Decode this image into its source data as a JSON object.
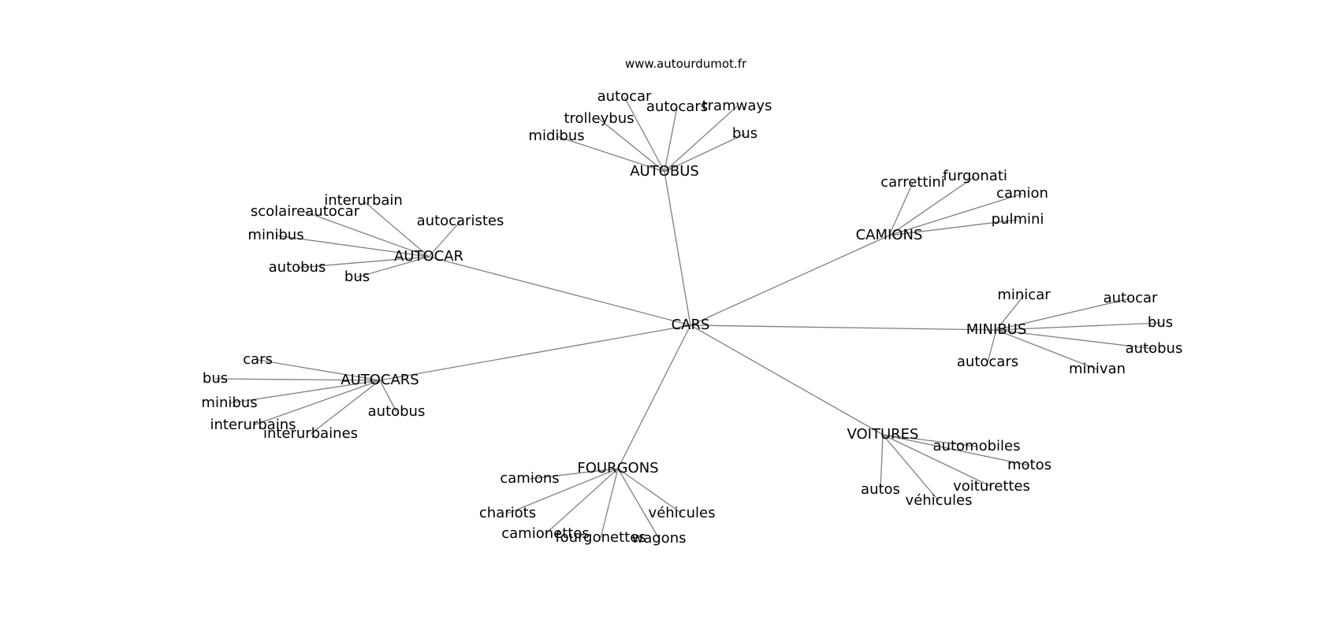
{
  "watermark": "www.autourdumot.fr",
  "graph": {
    "center": "CARS",
    "clusters": [
      {
        "hub": "AUTOBUS",
        "leaves": [
          "autocar",
          "autocars",
          "tramways",
          "trolleybus",
          "midibus",
          "bus"
        ]
      },
      {
        "hub": "CAMIONS",
        "leaves": [
          "carrettini",
          "furgonati",
          "camion",
          "pulmini"
        ]
      },
      {
        "hub": "AUTOCAR",
        "leaves": [
          "interurbain",
          "scolaireautocar",
          "autocaristes",
          "minibus",
          "autobus",
          "bus"
        ]
      },
      {
        "hub": "MINIBUS",
        "leaves": [
          "minicar",
          "autocar",
          "bus",
          "autobus",
          "minivan",
          "autocars"
        ]
      },
      {
        "hub": "AUTOCARS",
        "leaves": [
          "cars",
          "bus",
          "minibus",
          "interurbains",
          "interurbaines",
          "autobus"
        ]
      },
      {
        "hub": "VOITURES",
        "leaves": [
          "automobiles",
          "motos",
          "voiturettes",
          "véhicules",
          "autos"
        ]
      },
      {
        "hub": "FOURGONS",
        "leaves": [
          "camions",
          "chariots",
          "camionettes",
          "fourgonettes",
          "wagons",
          "véhicules"
        ]
      }
    ]
  }
}
